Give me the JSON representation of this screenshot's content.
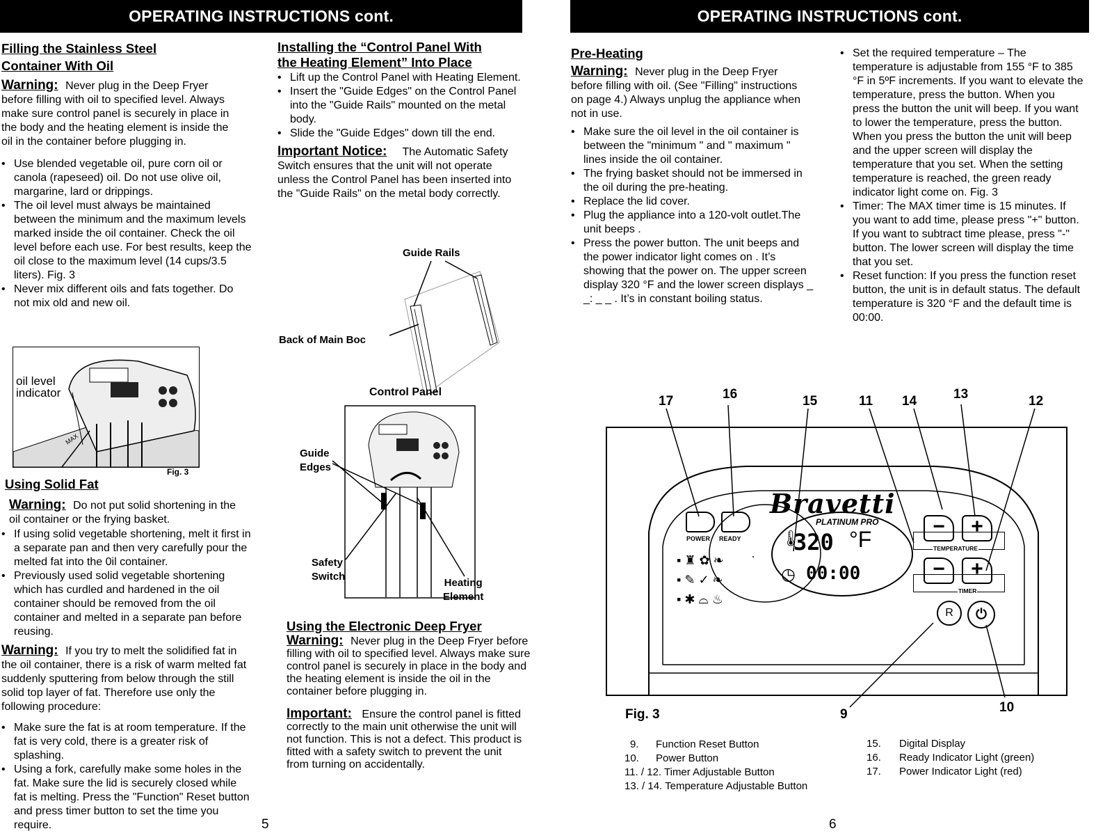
{
  "banners": {
    "left": "OPERATING INSTRUCTIONS cont.",
    "right": "OPERATING INSTRUCTIONS cont."
  },
  "filling": {
    "heading1": "Filling the Stainless Steel",
    "heading2": "Container With Oil",
    "warning_label": "Warning:",
    "warning_text": "Never plug in the Deep Fryer before filling with oil to specified level. Always make sure control panel is securely in place in the body and the heating element is inside the oil in the container before plugging in.",
    "bullets": [
      "Use blended vegetable oil, pure corn oil or canola (rapeseed) oil.  Do not use olive oil, margarine, lard or drippings.",
      "The oil level must always be maintained between the minimum  and the maximum  levels marked inside the oil container.  Check the oil level before each use.  For best results, keep the oil close to the maximum level (14 cups/3.5 liters). Fig. 3",
      "Never mix different oils and fats together.  Do not mix old and new oil."
    ],
    "fig_label": "Fig. 3",
    "fig_text1": "oil level",
    "fig_text2": "indicator",
    "fig_max": "MAX"
  },
  "solid_fat": {
    "heading": "Using Solid Fat",
    "warning_label": "Warning:",
    "warning_text": "Do not put solid shortening in the oil container or the frying basket.",
    "bullets": [
      "If using solid vegetable shortening, melt it first in a separate pan and then very carefully pour the melted fat into the 0il container.",
      "Previously used solid vegetable shortening which has curdled and hardened in the oil container should be removed from the oil container and melted in a separate pan before reusing."
    ],
    "warning2_label": "Warning:",
    "warning2_text": "If you try to melt the solidified fat in the oil container, there is a risk of warm melted fat suddenly sputtering from below through the still solid top layer of fat. Therefore use only the following procedure:",
    "bullets2": [
      "Make sure the fat is at room temperature.  If the fat is very cold, there is a greater risk of splashing.",
      "Using a fork, carefully make some holes in the fat.  Make sure the lid is securely closed while fat is melting.  Press the  \"Function\" Reset  button and press timer button to set the time you require."
    ]
  },
  "installing": {
    "heading1": "Installing the “Control Panel With",
    "heading2": "the Heating Element” Into Place",
    "bullets": [
      "Lift up the Control Panel with Heating Element.",
      "Insert the \"Guide Edges\" on the Control Panel into the \"Guide Rails\" mounted on the metal body.",
      "Slide the \"Guide Edges\" down till the end."
    ],
    "notice_label": "Important Notice:",
    "notice_text": "The Automatic Safety Switch ensures that the unit will not operate unless the Control Panel has been inserted into the \"Guide Rails\" on the metal body correctly.",
    "lbl_guide_rails": "Guide Rails",
    "lbl_back": "Back of Main Boc",
    "lbl_control_panel": "Control Panel",
    "lbl_guide": "Guide",
    "lbl_edges": "Edges",
    "lbl_safety": "Safety",
    "lbl_switch": "Switch",
    "lbl_heating": "Heating",
    "lbl_element": "Element"
  },
  "electronic": {
    "heading": "Using the Electronic Deep Fryer",
    "warning_label": "Warning:",
    "warning_text": "Never plug in the Deep Fryer before filling with oil to specified level. Always make sure control panel is securely in place in the body and the heating element  is inside the oil in the container before plugging in.",
    "important_label": "Important:",
    "important_text": "Ensure the control panel is fitted correctly to the main unit otherwise the unit will not function.  This is not a defect.  This product is fitted with a safety switch to prevent the unit from turning on accidentally."
  },
  "page_numbers": {
    "left": "5",
    "right": "6"
  },
  "preheating": {
    "heading": "Pre-Heating",
    "warning_label": "Warning:",
    "warning_text": "Never plug in the Deep Fryer before filling with oil. (See \"Filling\" instructions on page 4.) Always unplug the appliance when not in use.",
    "bullets": [
      "Make sure the oil level in the oil container is between the \"minimum \" and \" maximum \" lines inside the oil container.",
      "The frying basket should not be immersed in the oil during the pre-heating.",
      "Replace the lid cover.",
      "Plug the appliance into a 120-volt outlet.The unit beeps .",
      "Press the power button.  The unit beeps and the power indicator light comes on . It’s showing that the power on. The upper  screen display 320 °F and the lower screen displays _ _: _ _ . It’s in constant boiling status."
    ]
  },
  "right_col": {
    "bullet1": "Set the required temperature – The temperature is adjustable from 155 °F to 385 °F in 5ºF increments. If you want to elevate the temperature, press the button. When you press the button the unit  will beep. If you want to lower the temperature, press the button. When you press the button the unit  will beep and the upper screen will display the temperature that you set. When the setting temperature is reached, the green ready indicator light come on. Fig. 3",
    "bullet2": "Timer: The MAX timer time is 15 minutes. If you want to add time, please press \"+\"  button. If you want  to subtract time please, press \"-\" button. The lower screen will display the time that you set.",
    "bullet3": "Reset function: If you press the function reset button, the unit is in default status. The default temperature is 320 °F and the default time is 00:00."
  },
  "panel": {
    "brand": "Bravetti",
    "model": "PLATINUM PRO",
    "power": "POWER",
    "ready": "READY",
    "temperature": "TEMPERATURE",
    "timer": "TIMER",
    "display_temp": "320",
    "display_unit": "°F",
    "display_time": "00:00",
    "numbers": [
      "17",
      "16",
      "15",
      "11",
      "14",
      "13",
      "12",
      "9",
      "10"
    ],
    "fig_label": "Fig. 3"
  },
  "legend": {
    "left": [
      {
        "num": "9.",
        "text": "Function Reset Button"
      },
      {
        "num": "10.",
        "text": "Power Button"
      },
      {
        "num": "11. / 12.",
        "text": "Timer Adjustable Button"
      },
      {
        "num": "13. / 14.",
        "text": "Temperature Adjustable Button"
      }
    ],
    "right": [
      {
        "num": "15.",
        "text": "Digital Display"
      },
      {
        "num": "16.",
        "text": "Ready Indicator Light (green)"
      },
      {
        "num": "17.",
        "text": "Power Indicator Light (red)"
      }
    ]
  }
}
